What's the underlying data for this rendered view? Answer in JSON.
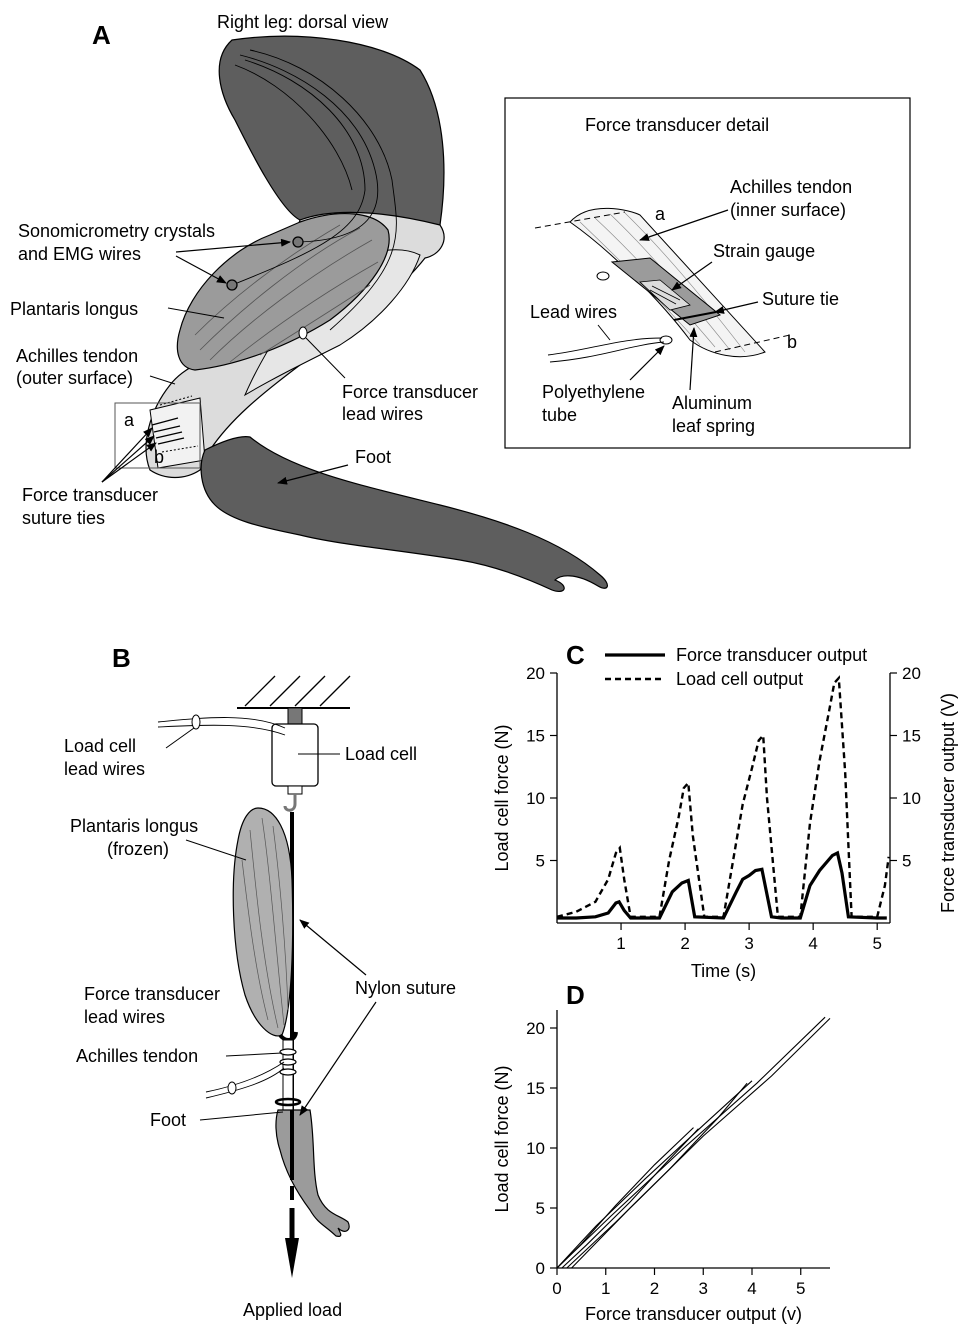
{
  "panelA": {
    "letter": "A",
    "title": "Right leg: dorsal view",
    "labels": {
      "sono1": "Sonomicrometry crystals",
      "sono2": "and EMG wires",
      "plantaris": "Plantaris longus",
      "achilles1": "Achilles tendon",
      "achilles2": "(outer surface)",
      "a": "a",
      "b": "b",
      "sut1": "Force transducer",
      "sut2": "suture ties",
      "lead1": "Force transducer",
      "lead2": "lead wires",
      "foot": "Foot"
    },
    "detail": {
      "title": "Force transducer detail",
      "ach1": "Achilles tendon",
      "ach2": "(inner surface)",
      "a": "a",
      "b": "b",
      "strain": "Strain gauge",
      "suture": "Suture tie",
      "lead": "Lead wires",
      "poly1": "Polyethylene",
      "poly2": "tube",
      "alu1": "Aluminum",
      "alu2": "leaf spring"
    },
    "colors": {
      "dark": "#5e5e5e",
      "mid": "#9b9b9b",
      "light": "#dcdcdc"
    }
  },
  "panelB": {
    "letter": "B",
    "labels": {
      "lc1": "Load cell",
      "lc2": "lead wires",
      "loadcell": "Load cell",
      "pl1": "Plantaris longus",
      "pl2": "(frozen)",
      "ft1": "Force transducer",
      "ft2": "lead wires",
      "nylon": "Nylon suture",
      "achilles": "Achilles tendon",
      "foot": "Foot",
      "applied": "Applied load"
    }
  },
  "chart_data": [
    {
      "type": "line",
      "panel": "C",
      "xlabel": "Time (s)",
      "ylabel": "Load cell force (N)",
      "y2label": "Force transducer output (V)",
      "xlim": [
        0,
        5.2
      ],
      "ylim": [
        0,
        20
      ],
      "y2lim": [
        0,
        20
      ],
      "xticks": [
        1,
        2,
        3,
        4,
        5
      ],
      "yticks": [
        5,
        10,
        15,
        20
      ],
      "y2ticks": [
        5,
        10,
        15,
        20
      ],
      "legend": "top",
      "series": [
        {
          "name": "Force transducer output",
          "style": "solid",
          "x": [
            0,
            0.3,
            0.6,
            0.8,
            0.92,
            0.97,
            1.05,
            1.15,
            1.6,
            1.8,
            1.95,
            2.05,
            2.15,
            2.6,
            2.8,
            2.9,
            3.0,
            3.1,
            3.2,
            3.35,
            3.5,
            3.8,
            3.95,
            4.1,
            4.3,
            4.38,
            4.45,
            4.55,
            5.0,
            5.15
          ],
          "y": [
            0.4,
            0.4,
            0.5,
            0.8,
            1.6,
            1.7,
            1.0,
            0.4,
            0.4,
            2.5,
            3.2,
            3.4,
            0.5,
            0.4,
            2.5,
            3.5,
            3.8,
            4.2,
            4.3,
            0.5,
            0.4,
            0.4,
            3.0,
            4.2,
            5.4,
            5.6,
            4.0,
            0.5,
            0.4,
            0.4
          ]
        },
        {
          "name": "Load cell output",
          "style": "dashed",
          "x": [
            0,
            0.3,
            0.6,
            0.8,
            0.92,
            0.98,
            1.05,
            1.15,
            1.6,
            1.75,
            1.9,
            1.98,
            2.05,
            2.12,
            2.3,
            2.6,
            2.75,
            2.9,
            3.05,
            3.15,
            3.22,
            3.28,
            3.45,
            3.8,
            3.95,
            4.1,
            4.25,
            4.33,
            4.4,
            4.5,
            4.6,
            5.0,
            5.12,
            5.18
          ],
          "y": [
            0.5,
            0.9,
            1.7,
            3.5,
            5.6,
            6.0,
            3.5,
            0.5,
            0.5,
            5.0,
            8.5,
            10.8,
            11.2,
            7.0,
            0.5,
            0.5,
            5.0,
            9.5,
            12.5,
            14.6,
            15.0,
            10.0,
            0.5,
            0.5,
            8.0,
            13.0,
            17.0,
            19.2,
            19.6,
            12.0,
            0.5,
            0.5,
            3.0,
            5.3
          ]
        }
      ]
    },
    {
      "type": "line",
      "panel": "D",
      "xlabel": "Force transducer output (v)",
      "ylabel": "Load cell force  (N)",
      "xlim": [
        0,
        5.6
      ],
      "ylim": [
        0,
        21.5
      ],
      "xticks": [
        0,
        1,
        2,
        3,
        4,
        5
      ],
      "yticks": [
        0,
        5,
        10,
        15,
        20
      ],
      "series": [
        {
          "x": [
            0.0,
            0.5,
            1.2,
            2.0,
            2.8
          ],
          "y": [
            0.0,
            2.0,
            5.2,
            8.6,
            11.7
          ]
        },
        {
          "x": [
            0.1,
            0.6,
            1.5,
            2.2,
            2.9
          ],
          "y": [
            0.0,
            1.9,
            5.5,
            8.6,
            11.6
          ]
        },
        {
          "x": [
            0.0,
            0.8,
            1.8,
            3.0,
            4.0
          ],
          "y": [
            0.0,
            3.5,
            7.4,
            11.9,
            15.6
          ]
        },
        {
          "x": [
            0.2,
            1.2,
            2.3,
            3.3,
            3.9
          ],
          "y": [
            0.0,
            3.8,
            8.2,
            12.5,
            15.4
          ]
        },
        {
          "x": [
            0.0,
            1.1,
            2.6,
            4.1,
            5.5
          ],
          "y": [
            0.0,
            4.3,
            10.0,
            15.4,
            20.9
          ]
        },
        {
          "x": [
            0.3,
            1.5,
            3.0,
            4.4,
            5.6
          ],
          "y": [
            0.0,
            5.0,
            11.0,
            16.0,
            20.8
          ]
        }
      ]
    }
  ]
}
